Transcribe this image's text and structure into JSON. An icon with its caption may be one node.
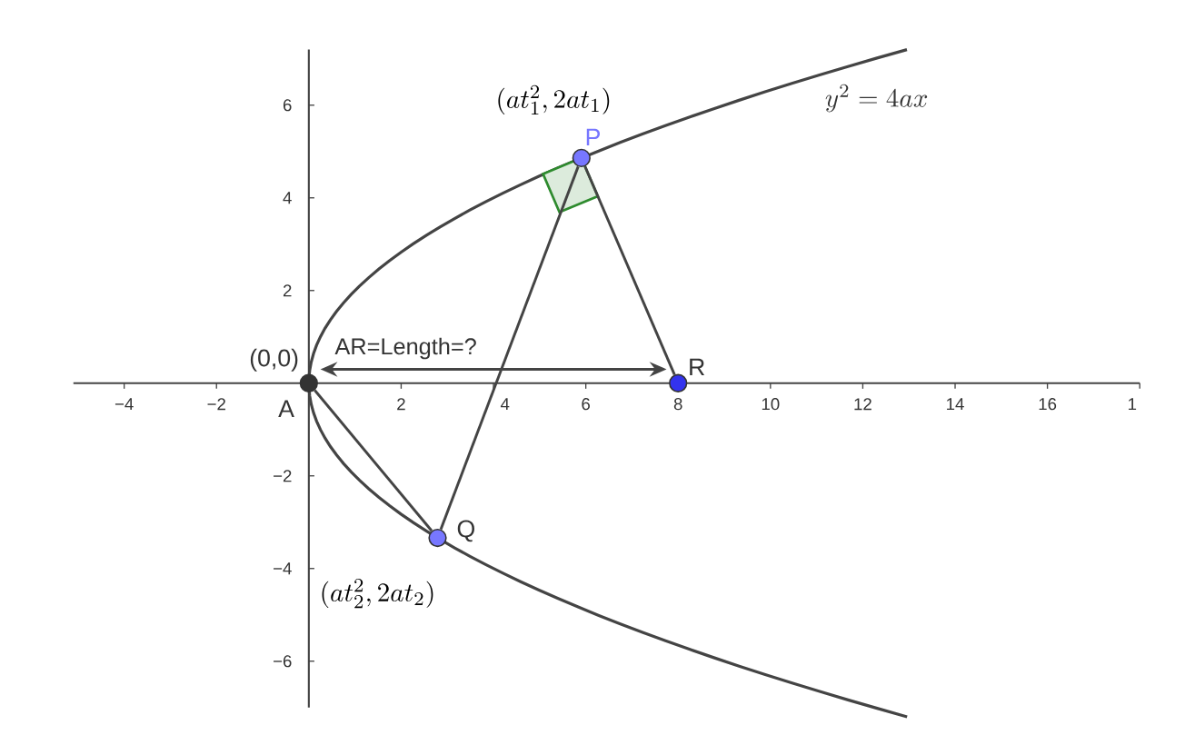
{
  "diagram": {
    "nodes": [
      {
        "text": [],
        "shape": "circle",
        "beside": [
          "P",
          "(at_1^2, 2at_1)"
        ]
      },
      {
        "text": [],
        "shape": "circle",
        "beside": [
          "(0,0)",
          "A"
        ]
      },
      {
        "text": [],
        "shape": "circle",
        "beside": [
          "R"
        ]
      },
      {
        "text": [],
        "shape": "circle",
        "beside": [
          "Q",
          "(at_2^2, 2at_2)"
        ]
      }
    ],
    "edges": [
      {
        "from": 0,
        "to": 3,
        "arrow": "none"
      },
      {
        "from": 0,
        "to": 2,
        "arrow": "none"
      },
      {
        "from": 1,
        "to": 3,
        "arrow": "none"
      },
      {
        "from": 1,
        "to": 2,
        "arrow": "both",
        "label": "AR=Length=?"
      }
    ],
    "labels": [
      "y^2 = 4ax",
      "6",
      "4",
      "2",
      "−4",
      "−2",
      "2",
      "4",
      "6",
      "8",
      "10",
      "12",
      "14",
      "16",
      "1",
      "−2",
      "−4",
      "−6"
    ]
  }
}
